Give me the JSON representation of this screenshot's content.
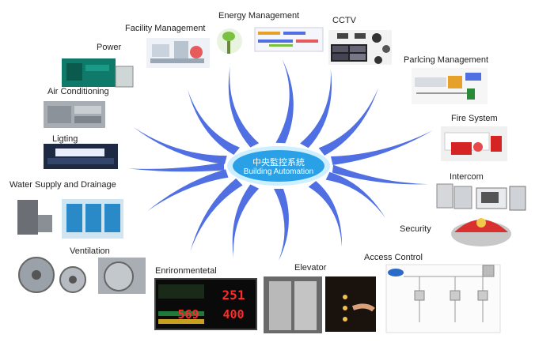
{
  "hub": {
    "title_cn": "中央監控系統",
    "title_en": "Building Automation"
  },
  "systems": [
    {
      "id": "energy",
      "label": "Energy Management"
    },
    {
      "id": "facility",
      "label": "Facility Management"
    },
    {
      "id": "cctv",
      "label": "CCTV"
    },
    {
      "id": "power",
      "label": "Power"
    },
    {
      "id": "parking",
      "label": "Parlcing Management"
    },
    {
      "id": "aircon",
      "label": "Air Conditioning"
    },
    {
      "id": "fire",
      "label": "Fire System"
    },
    {
      "id": "lighting",
      "label": "Ligting"
    },
    {
      "id": "intercom",
      "label": "Intercom"
    },
    {
      "id": "water",
      "label": "Water Supply and Drainage"
    },
    {
      "id": "security",
      "label": "Security"
    },
    {
      "id": "ventilation",
      "label": "Ventilation"
    },
    {
      "id": "access",
      "label": "Access Control"
    },
    {
      "id": "elevator",
      "label": "Elevator"
    },
    {
      "id": "environmental",
      "label": "Enrironmentetal"
    }
  ],
  "env_display": {
    "values": [
      "251",
      "569",
      "400"
    ]
  },
  "colors": {
    "ray": "#4f6fe3",
    "hub_fill": "#2aa0e6",
    "hub_edge": "#cdefff",
    "display_red": "#ff2a2a"
  }
}
